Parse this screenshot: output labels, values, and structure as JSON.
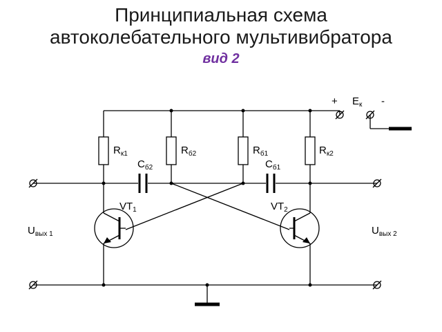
{
  "title": {
    "line1": "Принципиальная схема",
    "line2": "автоколебательного мультивибратора",
    "subtitle": "вид 2"
  },
  "colors": {
    "accent": "#7030a0",
    "wire": "#000000"
  },
  "circuit": {
    "supply": {
      "plus": "+",
      "minus": "-",
      "main": "E",
      "sub": "к"
    },
    "resistors": [
      {
        "main": "R",
        "sub": "к1"
      },
      {
        "main": "R",
        "sub": "б2"
      },
      {
        "main": "R",
        "sub": "б1"
      },
      {
        "main": "R",
        "sub": "к2"
      }
    ],
    "capacitors": [
      {
        "main": "C",
        "sub": "б2"
      },
      {
        "main": "C",
        "sub": "б1"
      }
    ],
    "transistors": [
      {
        "main": "VT",
        "sub": "1"
      },
      {
        "main": "VT",
        "sub": "2"
      }
    ],
    "outputs": [
      {
        "main": "U",
        "sub": "вых 1"
      },
      {
        "main": "U",
        "sub": "вых 2"
      }
    ]
  }
}
